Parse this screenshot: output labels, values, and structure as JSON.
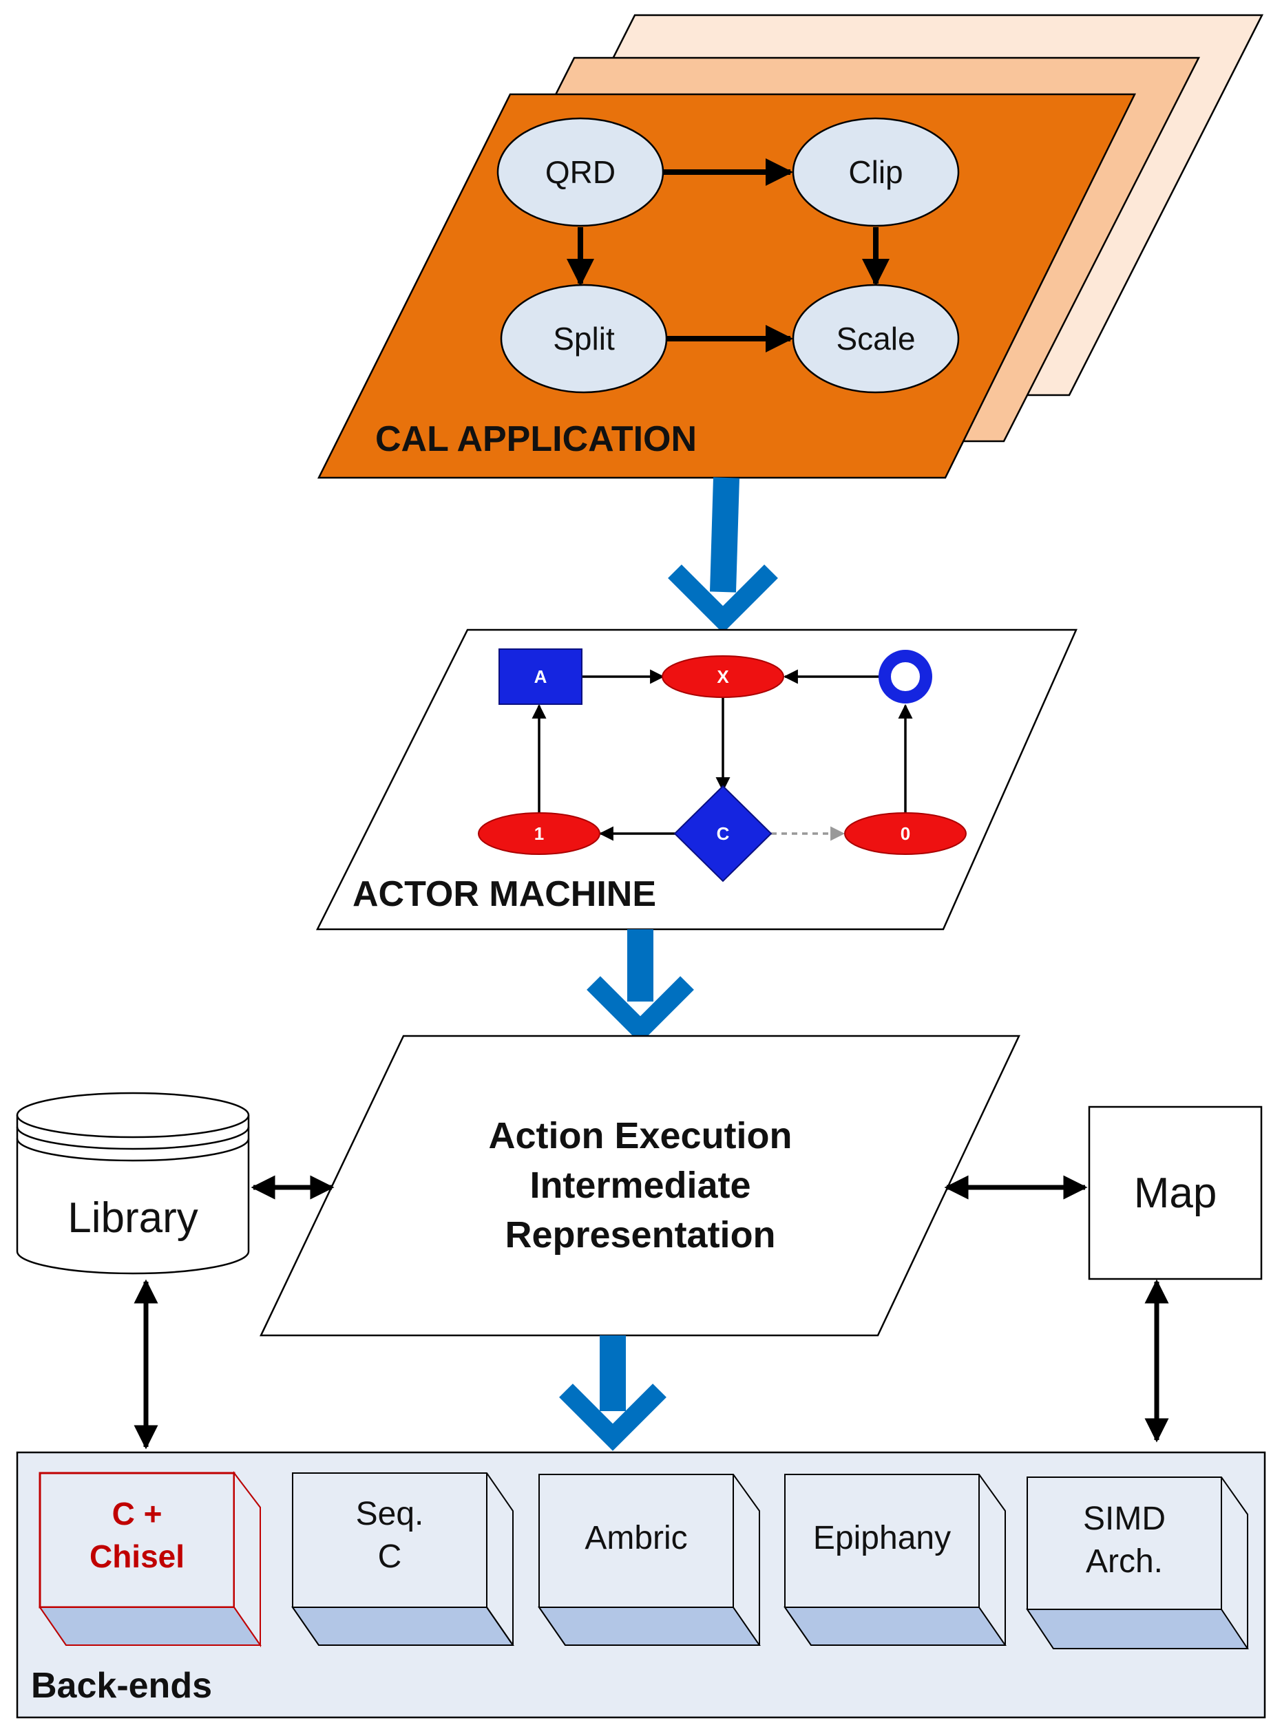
{
  "cal_application": {
    "title": "CAL APPLICATION",
    "nodes": {
      "qrd": "QRD",
      "clip": "Clip",
      "split": "Split",
      "scale": "Scale"
    }
  },
  "actor_machine": {
    "title": "ACTOR MACHINE",
    "nodes": {
      "a": "A",
      "x": "X",
      "one": "1",
      "c": "C",
      "zero": "0"
    }
  },
  "ir": {
    "line1": "Action Execution",
    "line2": "Intermediate",
    "line3": "Representation"
  },
  "library": {
    "label": "Library"
  },
  "map": {
    "label": "Map"
  },
  "backends": {
    "title": "Back-ends",
    "items": [
      {
        "line1": "C +",
        "line2": "Chisel"
      },
      {
        "line1": "Seq.",
        "line2": "C"
      },
      {
        "line1": "Ambric",
        "line2": ""
      },
      {
        "line1": "Epiphany",
        "line2": ""
      },
      {
        "line1": "SIMD",
        "line2": "Arch."
      }
    ]
  },
  "colors": {
    "cal_orange": "#E8720C",
    "layer_mid": "#F9C59B",
    "layer_back": "#FDE8D8",
    "node_fill": "#DCE6F2",
    "flow_arrow": "#0070C0",
    "am_red": "#EE1111",
    "am_blue": "#1525E0",
    "backend_panel": "#E6ECF5",
    "box_side": "#B2C6E6",
    "highlight_red": "#C00000"
  }
}
